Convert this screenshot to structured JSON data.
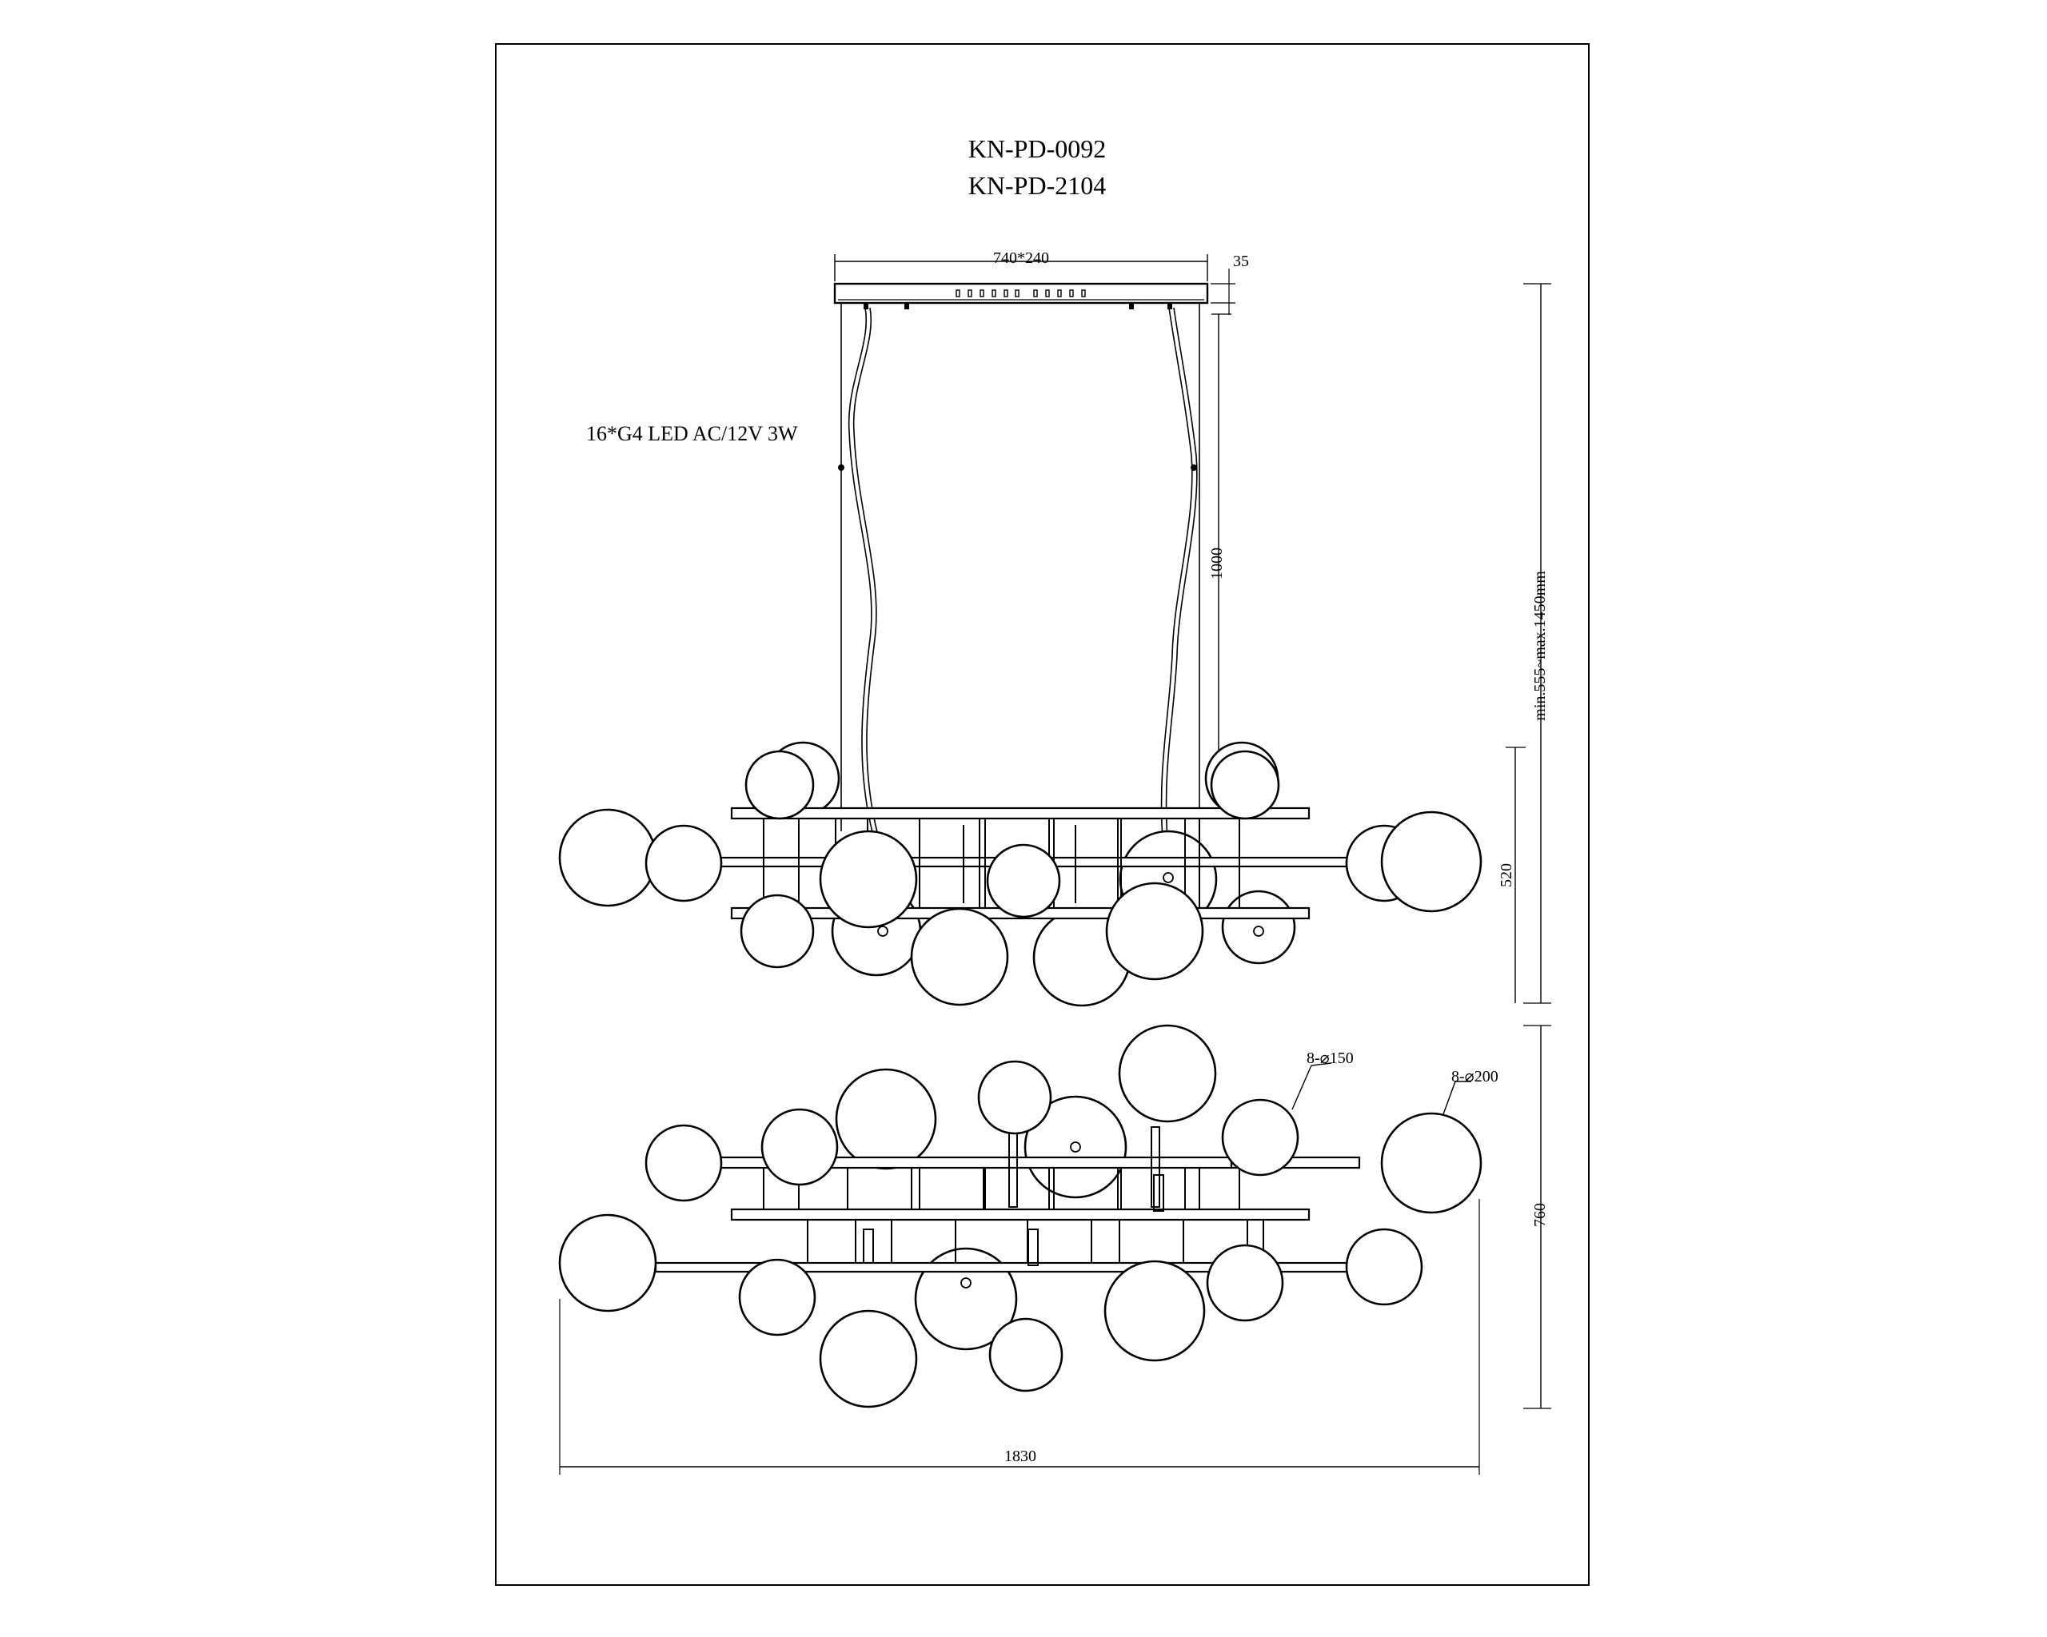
{
  "model_numbers": [
    "KN-PD-0092",
    "KN-PD-2104"
  ],
  "spec_text": "16*G4 LED AC/12V 3W",
  "dimensions": {
    "canopy": "740*240",
    "canopy_height": "35",
    "cable_length": "1000",
    "total_height": "min.555~max.1450mm",
    "body_height": "520",
    "total_length": "1830",
    "total_depth": "760"
  },
  "callouts": {
    "small_globes": "8-⌀150",
    "large_globes": "8-⌀200"
  }
}
